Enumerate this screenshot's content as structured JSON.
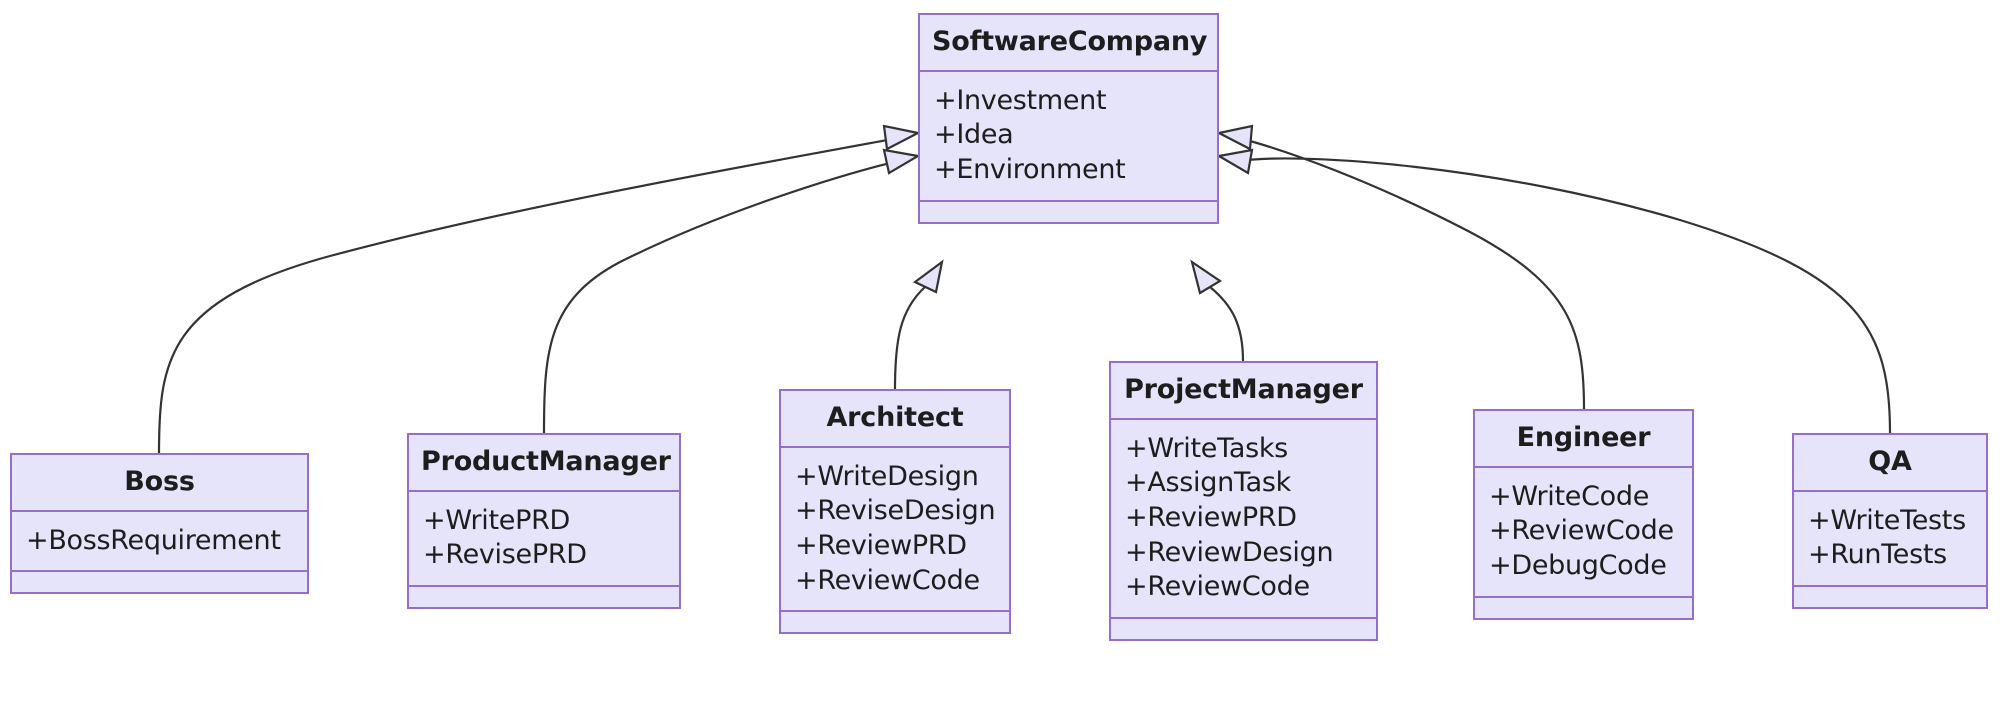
{
  "diagram": {
    "type": "uml-class-diagram",
    "relationship": "generalization",
    "colors": {
      "class_fill": "#e6e4fa",
      "class_border": "#9670c8",
      "edge_stroke": "#333333",
      "text": "#1d1d1d",
      "background": "#ffffff"
    },
    "classes": [
      {
        "id": "softwarecompany",
        "name": "SoftwareCompany",
        "attributes": [
          "+Investment",
          "+Idea",
          "+Environment"
        ],
        "methods": []
      },
      {
        "id": "boss",
        "name": "Boss",
        "attributes": [
          "+BossRequirement"
        ],
        "methods": []
      },
      {
        "id": "productmanager",
        "name": "ProductManager",
        "attributes": [
          "+WritePRD",
          "+RevisePRD"
        ],
        "methods": []
      },
      {
        "id": "architect",
        "name": "Architect",
        "attributes": [
          "+WriteDesign",
          "+ReviseDesign",
          "+ReviewPRD",
          "+ReviewCode"
        ],
        "methods": []
      },
      {
        "id": "projectmanager",
        "name": "ProjectManager",
        "attributes": [
          "+WriteTasks",
          "+AssignTask",
          "+ReviewPRD",
          "+ReviewDesign",
          "+ReviewCode"
        ],
        "methods": []
      },
      {
        "id": "engineer",
        "name": "Engineer",
        "attributes": [
          "+WriteCode",
          "+ReviewCode",
          "+DebugCode"
        ],
        "methods": []
      },
      {
        "id": "qa",
        "name": "QA",
        "attributes": [
          "+WriteTests",
          "+RunTests"
        ],
        "methods": []
      }
    ],
    "edges": [
      {
        "from": "boss",
        "to": "softwarecompany",
        "kind": "inheritance"
      },
      {
        "from": "productmanager",
        "to": "softwarecompany",
        "kind": "inheritance"
      },
      {
        "from": "architect",
        "to": "softwarecompany",
        "kind": "inheritance"
      },
      {
        "from": "projectmanager",
        "to": "softwarecompany",
        "kind": "inheritance"
      },
      {
        "from": "engineer",
        "to": "softwarecompany",
        "kind": "inheritance"
      },
      {
        "from": "qa",
        "to": "softwarecompany",
        "kind": "inheritance"
      }
    ]
  }
}
